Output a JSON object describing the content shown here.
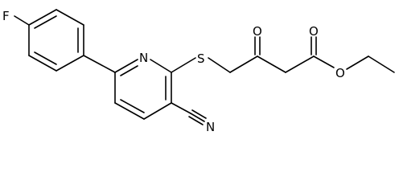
{
  "atoms": {
    "fluorine": "F",
    "pyridine_nitrogen": "N",
    "sulfur": "S",
    "ketone_oxygen": "O",
    "ester_carbonyl_oxygen": "O",
    "ester_oxygen": "O",
    "nitrile_nitrogen": "N"
  }
}
